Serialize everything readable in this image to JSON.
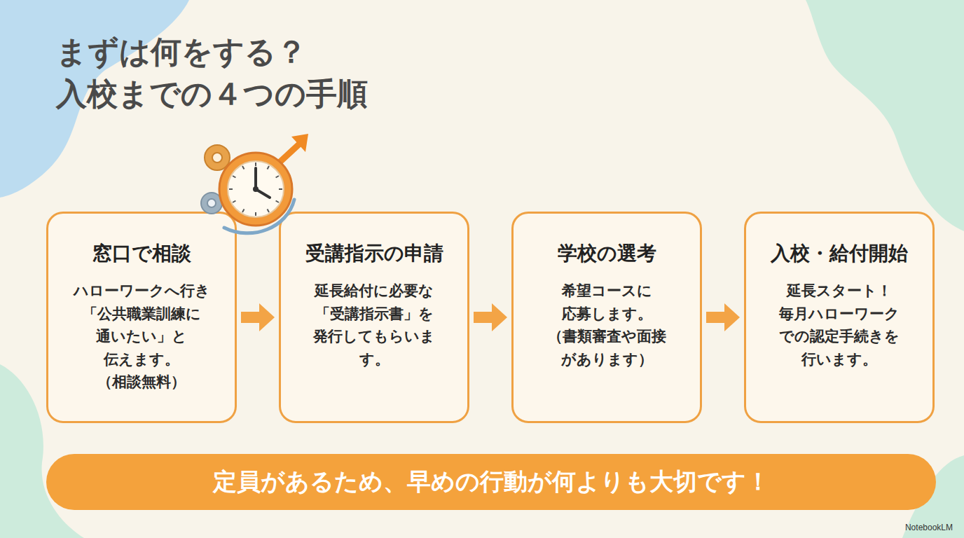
{
  "diagram": {
    "title": "まずは何をする？ 入校までの４つの手順",
    "nodes": [
      {
        "text": [
          "窓口で相談",
          "ハローワークへ行き 「公共職業訓練に 通いたい」と 伝えます。 （相談無料）"
        ]
      },
      {
        "text": [
          "受講指示の申請",
          "延長給付に必要な 「受講指示書」を 発行してもらいま す。"
        ]
      },
      {
        "text": [
          "学校の選考",
          "希望コースに 応募します。 （書類審査や面接 があります）"
        ]
      },
      {
        "text": [
          "入校・給付開始",
          "延長スタート！ 毎月ハローワーク での認定手続きを 行います。"
        ]
      },
      {
        "text": [
          "定員があるため、早めの行動が何よりも大切です！"
        ]
      }
    ],
    "edges": [
      {
        "from": 0,
        "to": 1,
        "arrow": "to"
      },
      {
        "from": 1,
        "to": 2,
        "arrow": "to"
      },
      {
        "from": 2,
        "to": 3,
        "arrow": "to"
      }
    ],
    "labels": [
      "NotebookLM"
    ]
  }
}
